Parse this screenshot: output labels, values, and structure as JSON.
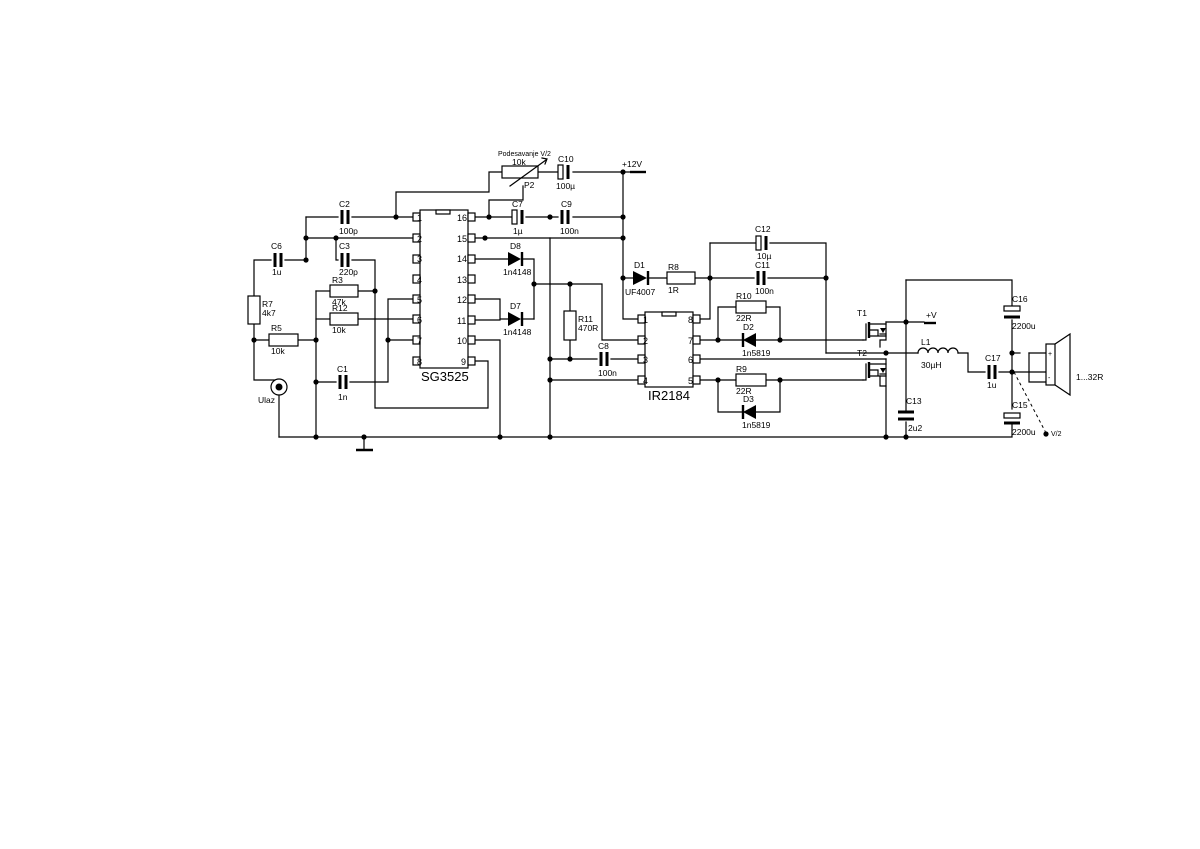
{
  "ic1": {
    "name": "SG3525",
    "pins": [
      "1",
      "2",
      "3",
      "4",
      "5",
      "6",
      "7",
      "8",
      "16",
      "15",
      "14",
      "13",
      "12",
      "11",
      "10",
      "9"
    ]
  },
  "ic2": {
    "name": "IR2184",
    "pins": [
      "1",
      "2",
      "3",
      "4",
      "8",
      "7",
      "6",
      "5"
    ]
  },
  "parts": {
    "C1": {
      "ref": "C1",
      "val": "1n"
    },
    "C2": {
      "ref": "C2",
      "val": "100p"
    },
    "C3": {
      "ref": "C3",
      "val": "220p"
    },
    "C6": {
      "ref": "C6",
      "val": "1u"
    },
    "C7": {
      "ref": "C7",
      "val": "1µ"
    },
    "C8": {
      "ref": "C8",
      "val": "100n"
    },
    "C9": {
      "ref": "C9",
      "val": "100n"
    },
    "C10": {
      "ref": "C10",
      "val": "100µ"
    },
    "C11": {
      "ref": "C11",
      "val": "100n"
    },
    "C12": {
      "ref": "C12",
      "val": "10µ"
    },
    "C13": {
      "ref": "C13",
      "val": "2u2"
    },
    "C15": {
      "ref": "C15",
      "val": "2200u"
    },
    "C16": {
      "ref": "C16",
      "val": "2200u"
    },
    "C17": {
      "ref": "C17",
      "val": "1u"
    },
    "R3": {
      "ref": "R3",
      "val": "47k"
    },
    "R5": {
      "ref": "R5",
      "val": "10k"
    },
    "R7": {
      "ref": "R7",
      "val": "4k7"
    },
    "R8": {
      "ref": "R8",
      "val": "1R"
    },
    "R9": {
      "ref": "R9",
      "val": "22R"
    },
    "R10": {
      "ref": "R10",
      "val": "22R"
    },
    "R11": {
      "ref": "R11",
      "val": "470R"
    },
    "R12": {
      "ref": "R12",
      "val": "10k"
    },
    "P2": {
      "ref": "P2",
      "val": "10k"
    },
    "D1": {
      "ref": "D1",
      "val": "UF4007"
    },
    "D2": {
      "ref": "D2",
      "val": "1n5819"
    },
    "D3": {
      "ref": "D3",
      "val": "1n5819"
    },
    "D7": {
      "ref": "D7",
      "val": "1n4148"
    },
    "D8": {
      "ref": "D8",
      "val": "1n4148"
    },
    "L1": {
      "ref": "L1",
      "val": "30µH"
    },
    "T1": {
      "ref": "T1"
    },
    "T2": {
      "ref": "T2"
    }
  },
  "labels": {
    "trim_note": "Podesavanje V/2",
    "supply_12v": "+12V",
    "supply_v": "+V",
    "input": "Ulaz",
    "speaker": "1...32R",
    "half_v": "V/2",
    "plus": "+",
    "minus": "-"
  }
}
